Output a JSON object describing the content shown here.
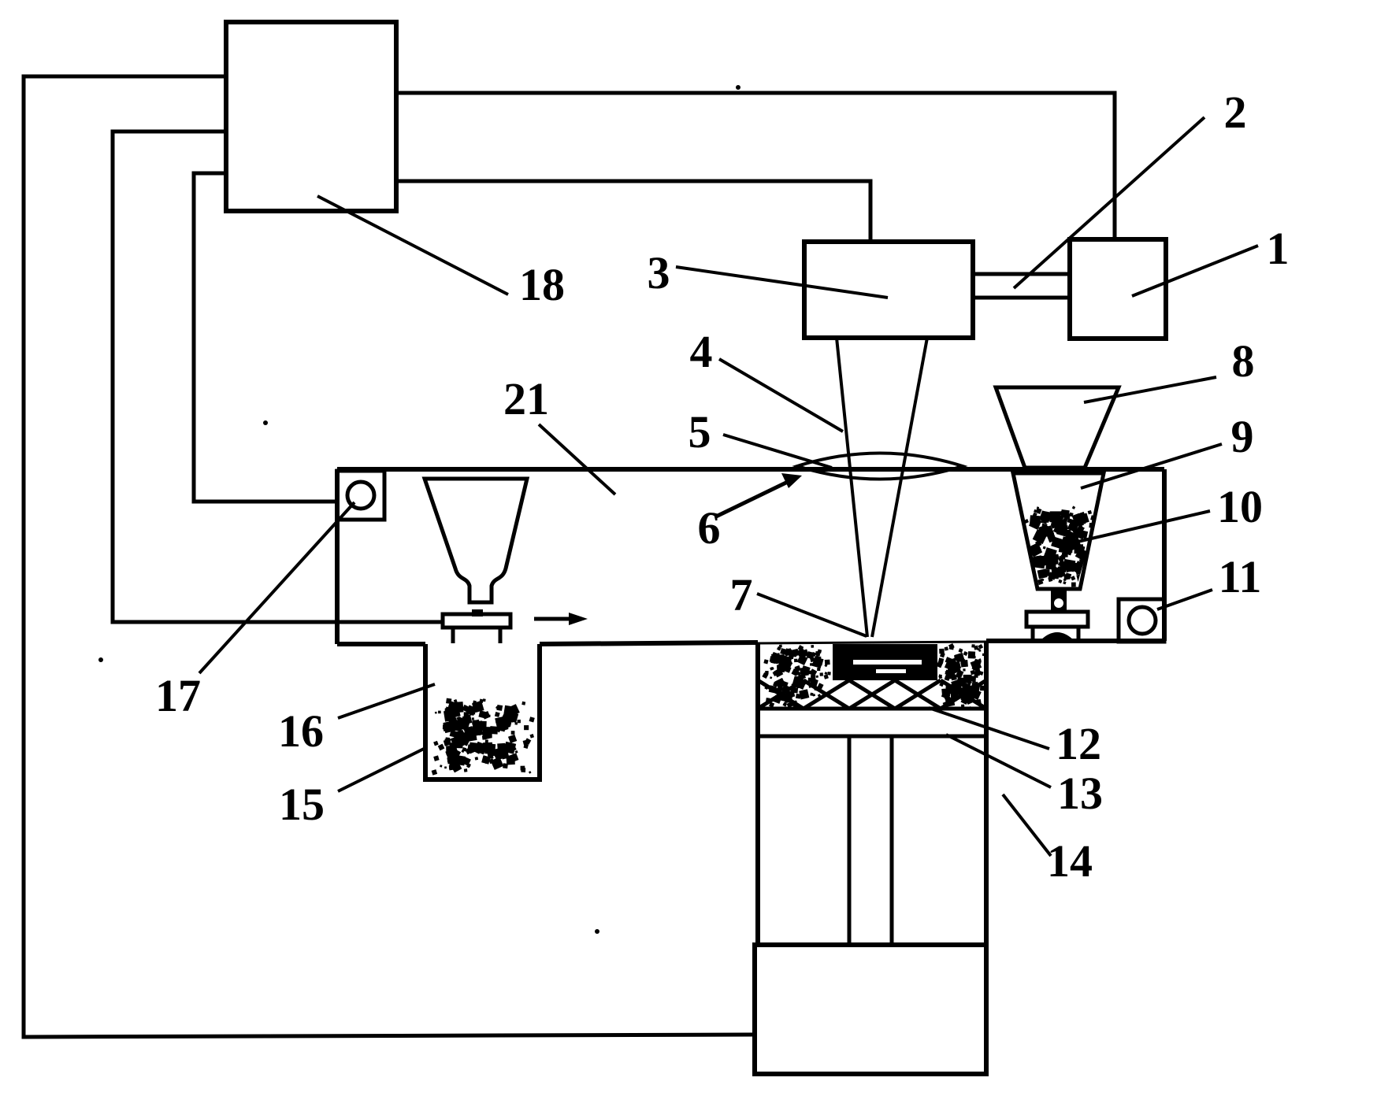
{
  "figure": {
    "kind": "patent-schematic-line-drawing",
    "colors": {
      "ink": "#000000",
      "background": "#ffffff"
    }
  },
  "labels": {
    "n1": "1",
    "n2": "2",
    "n3": "3",
    "n4": "4",
    "n5": "5",
    "n6": "6",
    "n7": "7",
    "n8": "8",
    "n9": "9",
    "n10": "10",
    "n11": "11",
    "n12": "12",
    "n13": "13",
    "n14": "14",
    "n15": "15",
    "n16": "16",
    "n17": "17",
    "n18": "18",
    "n21": "21"
  }
}
